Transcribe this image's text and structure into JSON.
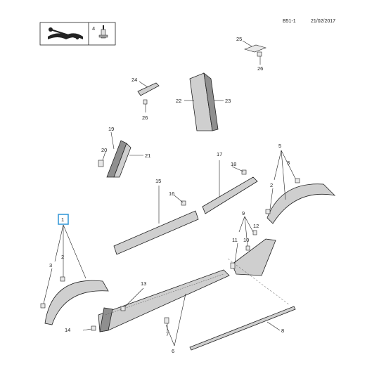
{
  "header": {
    "sheet_code": "B51-1",
    "date": "21/02/2017",
    "info_box_number": "4"
  },
  "parts": {
    "p1": "1",
    "p2a": "2",
    "p2b": "2",
    "p3a": "3",
    "p3b": "3",
    "p4": "4",
    "p5": "5",
    "p6": "6",
    "p7": "7",
    "p8": "8",
    "p9": "9",
    "p10": "10",
    "p11": "11",
    "p12": "12",
    "p13": "13",
    "p14": "14",
    "p15": "15",
    "p16": "16",
    "p17": "17",
    "p18": "18",
    "p19": "19",
    "p20": "20",
    "p21": "21",
    "p22": "22",
    "p23": "23",
    "p24": "24",
    "p25": "25",
    "p26a": "26",
    "p26b": "26"
  },
  "colors": {
    "highlight": "#3a9bd9",
    "line": "#222222"
  }
}
